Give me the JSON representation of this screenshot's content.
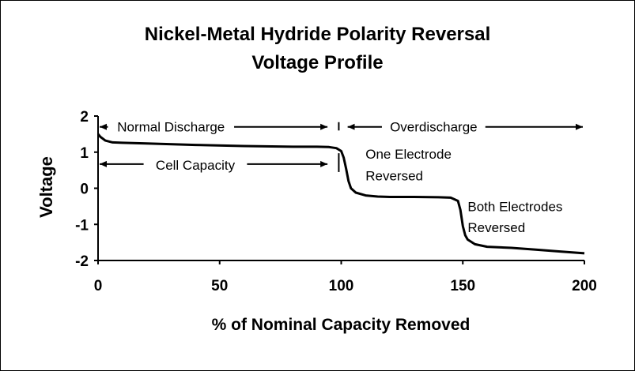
{
  "chart_data": {
    "type": "line",
    "title_lines": [
      "Nickel-Metal Hydride Polarity Reversal",
      "Voltage Profile"
    ],
    "xlabel": "% of Nominal Capacity Removed",
    "ylabel": "Voltage",
    "xlim": [
      0,
      200
    ],
    "ylim": [
      -2,
      2
    ],
    "x_ticks": [
      0,
      50,
      100,
      150,
      200
    ],
    "y_ticks": [
      2,
      1,
      0,
      -1,
      -2
    ],
    "grid": false,
    "series": [
      {
        "color": "#000000",
        "x": [
          0,
          1,
          3,
          6,
          10,
          20,
          40,
          60,
          80,
          90,
          95,
          98,
          100,
          101,
          102,
          103,
          104,
          106,
          110,
          115,
          120,
          130,
          140,
          145,
          148,
          149,
          150,
          151,
          152,
          155,
          160,
          170,
          180,
          190,
          200
        ],
        "y": [
          1.5,
          1.42,
          1.32,
          1.27,
          1.26,
          1.24,
          1.2,
          1.17,
          1.15,
          1.15,
          1.14,
          1.11,
          1.03,
          0.85,
          0.55,
          0.2,
          0.0,
          -0.12,
          -0.2,
          -0.23,
          -0.24,
          -0.24,
          -0.25,
          -0.26,
          -0.35,
          -0.6,
          -1.05,
          -1.3,
          -1.42,
          -1.55,
          -1.62,
          -1.65,
          -1.7,
          -1.75,
          -1.8
        ]
      }
    ],
    "annotations": [
      {
        "id": "normal",
        "text": "Normal Discharge",
        "x": 30,
        "y": 1.7
      },
      {
        "id": "overdischarge",
        "text": "Overdischarge",
        "x": 138,
        "y": 1.7
      },
      {
        "id": "cellcap",
        "text": "Cell Capacity",
        "x": 40,
        "y": 0.65
      },
      {
        "id": "one1",
        "text": "One Electrode",
        "x": 110,
        "y": 0.95
      },
      {
        "id": "one2",
        "text": "Reversed",
        "x": 110,
        "y": 0.35
      },
      {
        "id": "both1",
        "text": "Both Electrodes",
        "x": 152,
        "y": -0.5
      },
      {
        "id": "both2",
        "text": "Reversed",
        "x": 152,
        "y": -1.08
      }
    ],
    "arrows": [
      {
        "from": 0,
        "to": 95,
        "y": 1.7,
        "text_id": "normal"
      },
      {
        "from": 102,
        "to": 200,
        "y": 1.7,
        "text_id": "overdischarge"
      },
      {
        "from": 0,
        "to": 95,
        "y": 0.67,
        "text_id": "cellcap"
      }
    ],
    "markers_x": 99
  }
}
